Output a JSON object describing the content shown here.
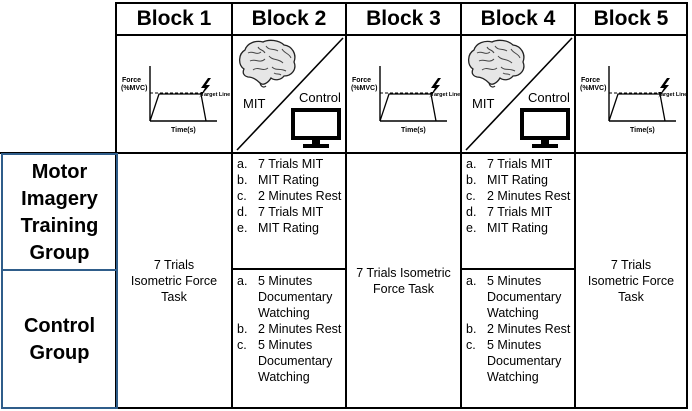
{
  "blocks": [
    {
      "title": "Block 1"
    },
    {
      "title": "Block 2"
    },
    {
      "title": "Block 3"
    },
    {
      "title": "Block 4"
    },
    {
      "title": "Block 5"
    }
  ],
  "force_plot": {
    "ylabel_line1": "Force",
    "ylabel_line2": "(%MVC)",
    "xlabel": "Time(s)",
    "target_label": "Target Line"
  },
  "split_cell": {
    "left_label": "MIT",
    "right_label": "Control"
  },
  "groups": [
    {
      "label": "Motor Imagery Training Group"
    },
    {
      "label": "Control Group"
    }
  ],
  "isometric_task": "7 Trials Isometric Force Task",
  "mit_steps": [
    {
      "marker": "a.",
      "text": "7 Trials MIT"
    },
    {
      "marker": "b.",
      "text": "MIT Rating"
    },
    {
      "marker": "c.",
      "text": "2 Minutes Rest"
    },
    {
      "marker": "d.",
      "text": "7 Trials MIT"
    },
    {
      "marker": "e.",
      "text": "MIT Rating"
    }
  ],
  "control_steps": [
    {
      "marker": "a.",
      "text": "5 Minutes Documentary Watching"
    },
    {
      "marker": "b.",
      "text": "2 Minutes Rest"
    },
    {
      "marker": "c.",
      "text": "5 Minutes Documentary Watching"
    }
  ],
  "colors": {
    "grid": "#000000",
    "group_frame": "#2f5d8a",
    "monitor": "#000000"
  },
  "icons": {
    "brain": "brain-icon",
    "monitor": "monitor-icon",
    "lightning": "lightning-icon"
  }
}
